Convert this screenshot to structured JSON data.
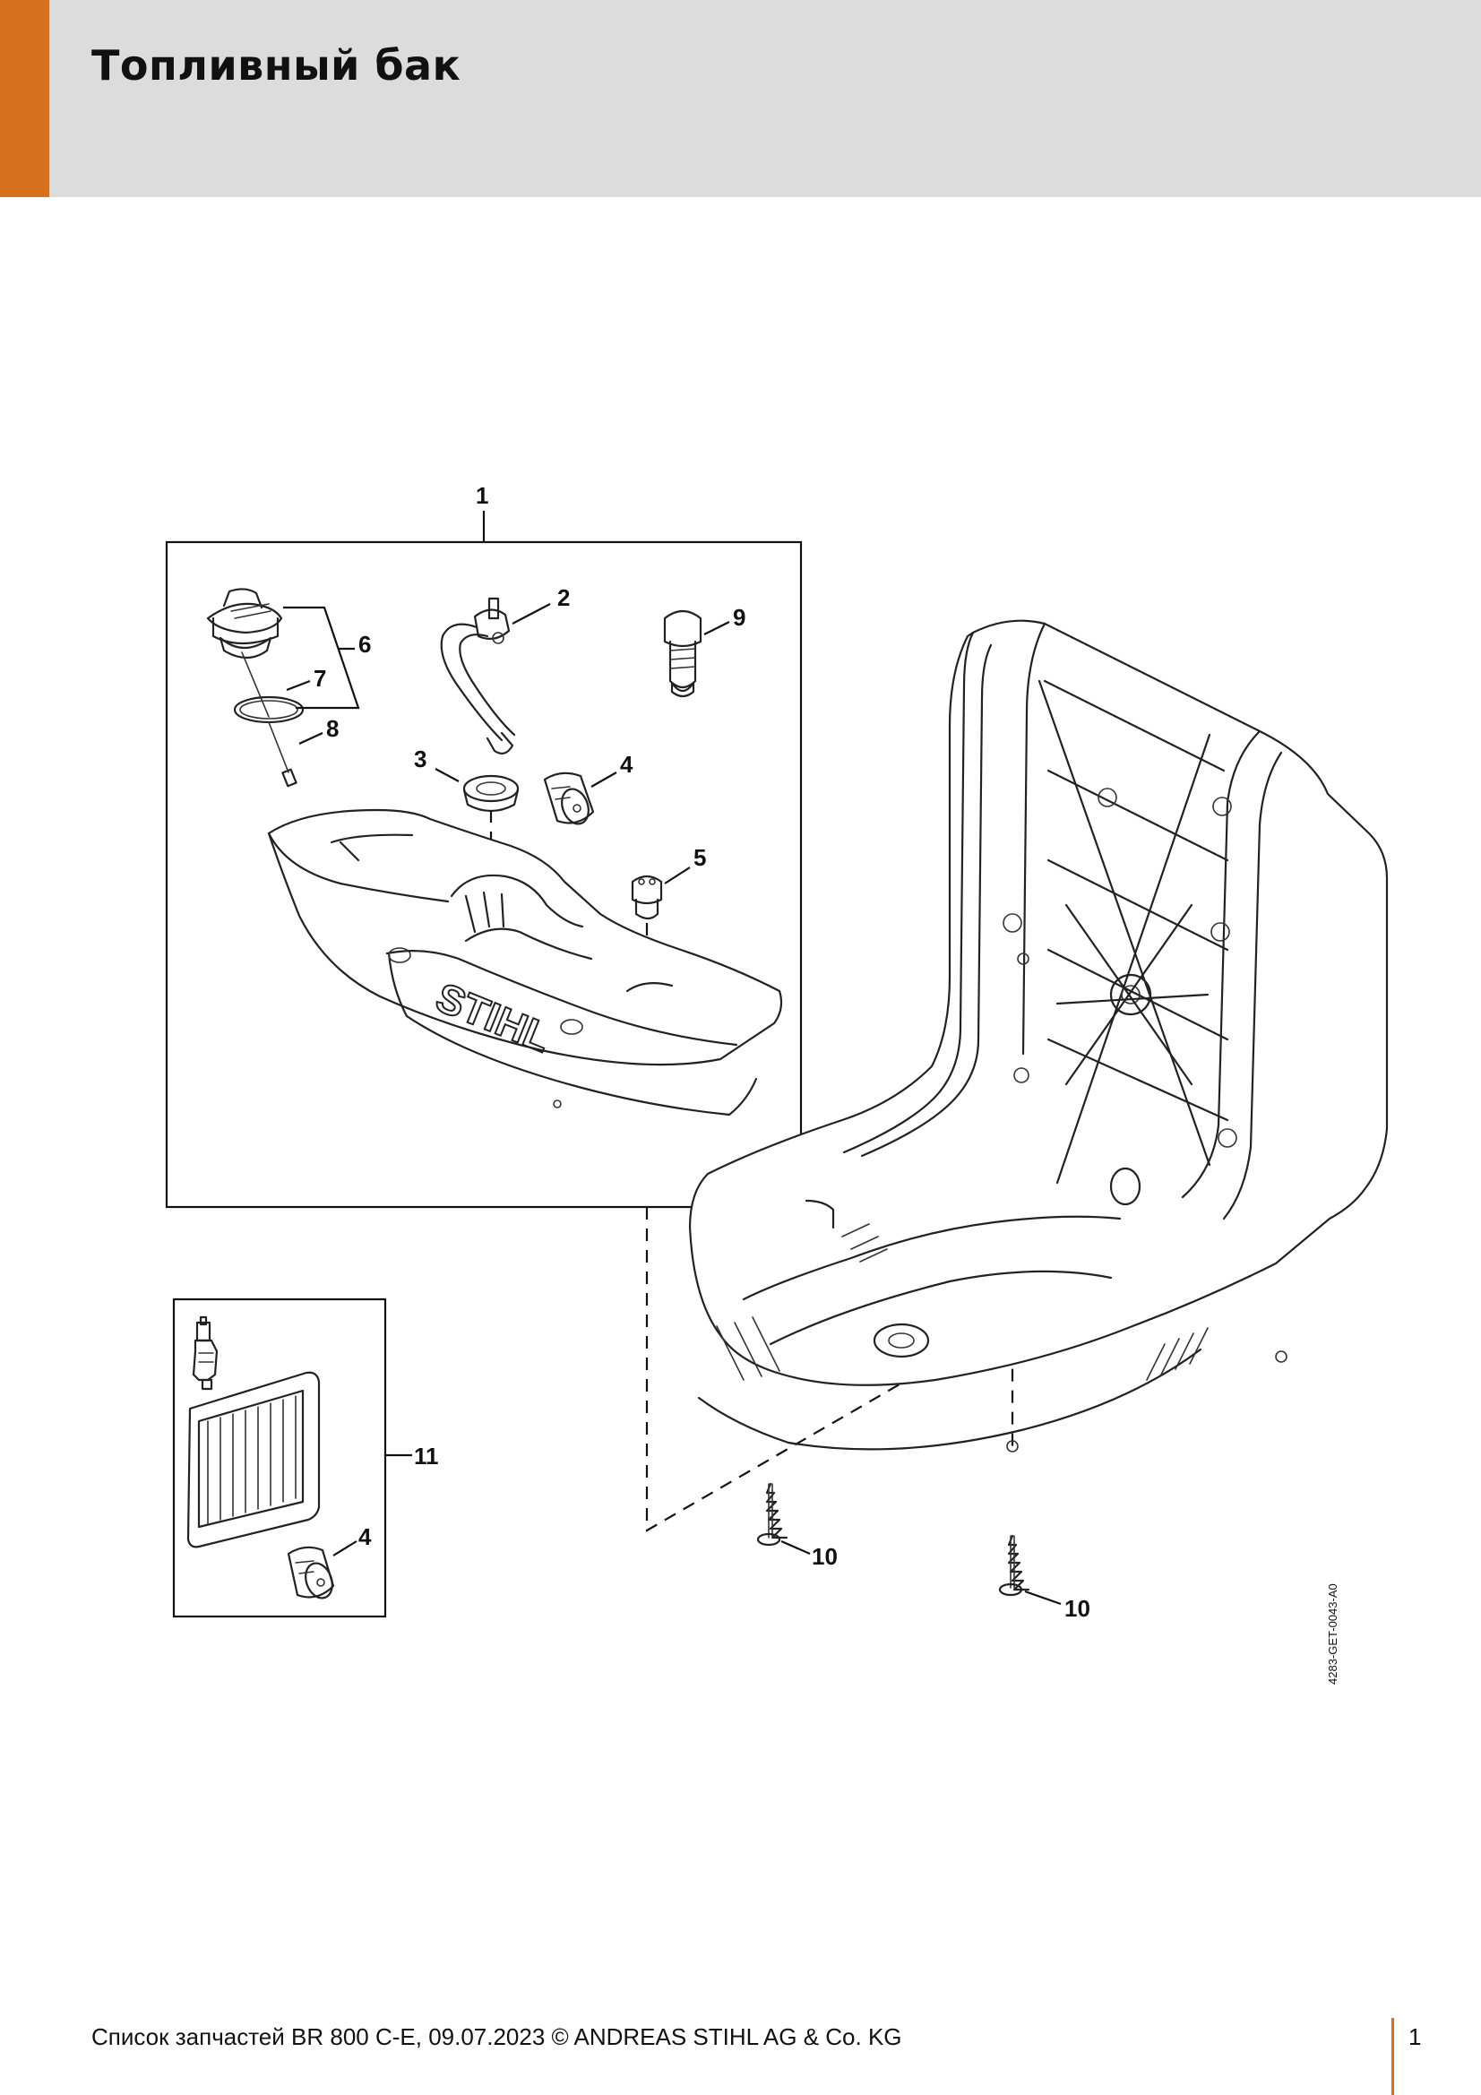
{
  "header": {
    "title": "Топливный бак",
    "accent_color": "#d9701e",
    "background_color": "#dcdcdc"
  },
  "diagram": {
    "callouts": {
      "c1": "1",
      "c2": "2",
      "c3": "3",
      "c4a": "4",
      "c4b": "4",
      "c5": "5",
      "c6": "6",
      "c7": "7",
      "c8": "8",
      "c9": "9",
      "c10a": "10",
      "c10b": "10",
      "c11": "11"
    },
    "tank_brand": "STIHL",
    "drawing_code": "4283-GET-0043-A0"
  },
  "footer": {
    "text": "Список запчастей BR 800 C-E, 09.07.2023 © ANDREAS STIHL AG & Co. KG",
    "page_number": "1"
  }
}
